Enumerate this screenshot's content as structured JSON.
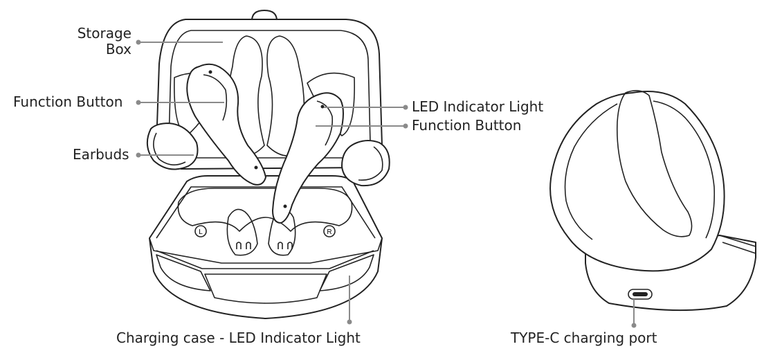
{
  "labels": {
    "storage_box_line1": "Storage",
    "storage_box_line2": "Box",
    "function_button_left": "Function Button",
    "earbuds": "Earbuds",
    "led_indicator_light": "LED Indicator Light",
    "function_button_right": "Function Button",
    "charging_case_led": "Charging case - LED Indicator Light",
    "type_c_port": "TYPE-C charging port",
    "case_mark_left": "L",
    "case_mark_right": "R"
  }
}
